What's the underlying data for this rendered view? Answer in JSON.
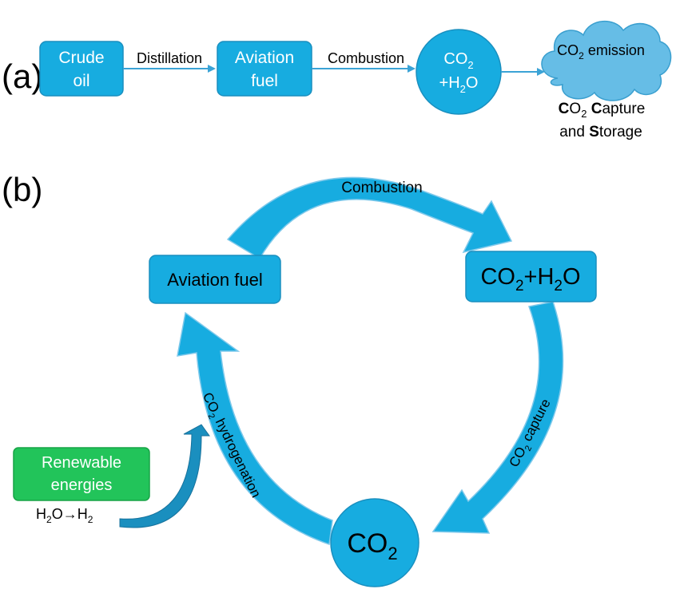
{
  "panel_a": {
    "label": "(a)",
    "nodes": {
      "crude_oil": {
        "line1": "Crude",
        "line2": "oil"
      },
      "aviation_fuel": {
        "line1": "Aviation",
        "line2": "fuel"
      },
      "co2_h2o": {
        "line1": "CO",
        "line1_sub": "2",
        "line2_pre": "+H",
        "line2_sub": "2",
        "line2_post": "O"
      },
      "co2_emission": {
        "pre": "CO",
        "sub": "2",
        "post": " emission"
      }
    },
    "edges": {
      "distillation": "Distillation",
      "combustion": "Combustion"
    },
    "ccs": {
      "line1": [
        {
          "t": "C",
          "b": true
        },
        {
          "t": "O",
          "b": false
        },
        {
          "t": "2",
          "b": false,
          "sub": true
        },
        {
          "t": " ",
          "b": false
        },
        {
          "t": "C",
          "b": true
        },
        {
          "t": "apture",
          "b": false
        }
      ],
      "line2": [
        {
          "t": "and ",
          "b": false
        },
        {
          "t": "S",
          "b": true
        },
        {
          "t": "torage",
          "b": false
        }
      ]
    }
  },
  "panel_b": {
    "label": "(b)",
    "nodes": {
      "aviation_fuel": "Aviation fuel",
      "co2_h2o": {
        "pre": "CO",
        "sub1": "2",
        "mid": "+H",
        "sub2": "2",
        "post": "O"
      },
      "co2": {
        "pre": "CO",
        "sub": "2"
      },
      "renewable": {
        "line1": "Renewable",
        "line2": "energies"
      }
    },
    "h2o_h2": {
      "h": "H",
      "sub1": "2",
      "o": "O",
      "arrow": "→",
      "h2": "H",
      "sub2": "2"
    },
    "arrows": {
      "combustion": "Combustion",
      "co2_capture": {
        "pre": "CO",
        "sub": "2",
        "post": " capture"
      },
      "co2_hydrogenation": {
        "pre": "CO",
        "sub": "2",
        "post": " hydrogenation"
      }
    }
  },
  "colors": {
    "primary": "#17ace0",
    "primary_dark": "#1a8fbf",
    "edge": "#3ba3d6",
    "cloud": "#66bde6",
    "green": "#22c45a",
    "text_light": "#ffffff",
    "text_dark": "#000000"
  }
}
